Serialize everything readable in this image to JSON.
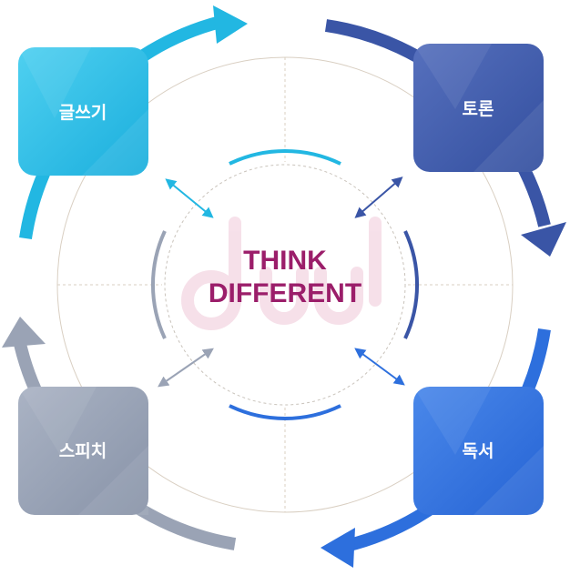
{
  "center": {
    "line1": "THINK",
    "line2": "DIFFERENT"
  },
  "nodes": [
    {
      "id": "writing",
      "label": "글쓰기",
      "color_top": "#3fc6ea",
      "color_bottom": "#1fb3e0"
    },
    {
      "id": "debate",
      "label": "토론",
      "color_top": "#4a64b3",
      "color_bottom": "#3a55a6"
    },
    {
      "id": "reading",
      "label": "독서",
      "color_top": "#3f7fe6",
      "color_bottom": "#2a6ad8"
    },
    {
      "id": "speech",
      "label": "스피치",
      "color_top": "#a4adbf",
      "color_bottom": "#8e99ad"
    }
  ],
  "colors": {
    "arrow_writing": "#22b7e2",
    "arrow_debate": "#3a55a6",
    "arrow_reading": "#2d6fdd",
    "arrow_speech": "#9aa3b5",
    "center_text": "#9b1e6a",
    "ring": "#d9cfc2"
  }
}
